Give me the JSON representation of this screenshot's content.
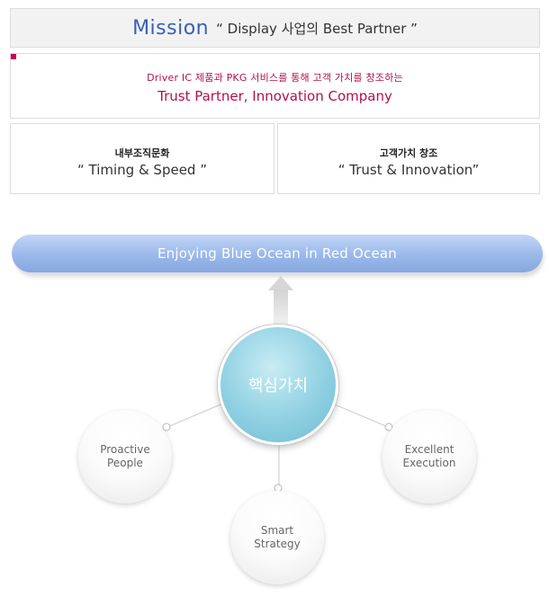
{
  "mission": {
    "label": "Mission",
    "text": "“ Display 사업의 Best Partner ”"
  },
  "statement": {
    "line1": "Driver IC 제품과 PKG 서비스를 통해 고객 가치를 창조하는",
    "line2": "Trust Partner, Innovation Company"
  },
  "values": [
    {
      "title": "내부조직문화",
      "value": "“ Timing & Speed ”"
    },
    {
      "title": "고객가치 창조",
      "value": "“ Trust & Innovation”"
    }
  ],
  "goal": "Enjoying Blue Ocean in Red Ocean",
  "core": "핵심가치",
  "core_values": [
    "Proactive\nPeople",
    "Smart\nStrategy",
    "Excellent\nExecution"
  ],
  "colors": {
    "mission_accent": "#3a5fb5",
    "statement_accent": "#b0104f",
    "ocean_bar": "#9ab8ea",
    "core_circle": "#8fd0e2"
  }
}
